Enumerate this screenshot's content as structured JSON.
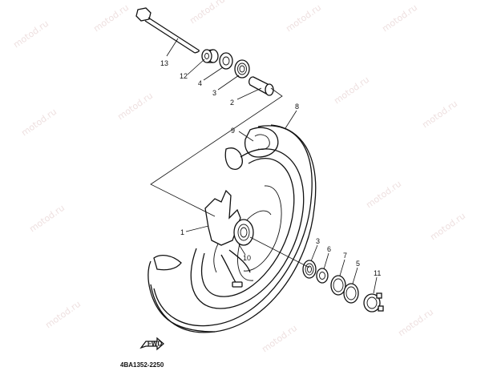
{
  "diagram": {
    "part_code": "4BA1352-2250",
    "arrow_label": "FWD",
    "watermark": "motod.ru",
    "callouts": [
      {
        "id": "axle",
        "label": "13"
      },
      {
        "id": "collar-12",
        "label": "12"
      },
      {
        "id": "oil-seal-4",
        "label": "4"
      },
      {
        "id": "bearing-3-top",
        "label": "3"
      },
      {
        "id": "spacer-2",
        "label": "2"
      },
      {
        "id": "tire-8",
        "label": "8"
      },
      {
        "id": "tube-9",
        "label": "9"
      },
      {
        "id": "wheel-1",
        "label": "1"
      },
      {
        "id": "balance-10",
        "label": "10"
      },
      {
        "id": "bearing-3-bottom",
        "label": "3"
      },
      {
        "id": "spacer-6",
        "label": "6"
      },
      {
        "id": "ring-7",
        "label": "7"
      },
      {
        "id": "oil-seal-5",
        "label": "5"
      },
      {
        "id": "gear-11",
        "label": "11"
      }
    ]
  }
}
